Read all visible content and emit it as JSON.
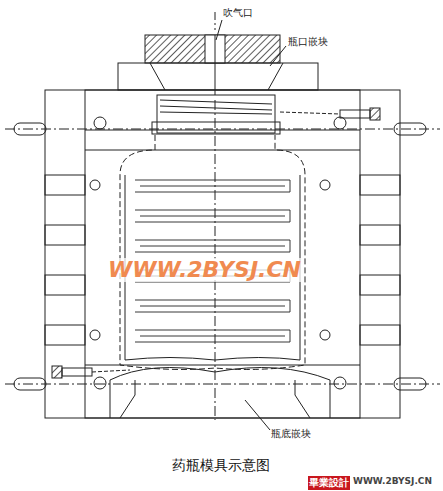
{
  "diagram": {
    "caption": "药瓶模具示意图",
    "labels": [
      "吹气口",
      "瓶口嵌块",
      "瓶底嵌块",
      "WWW.2BYSJ.CN",
      "畢業設計",
      "WWW.2BYSJ.CN"
    ]
  }
}
